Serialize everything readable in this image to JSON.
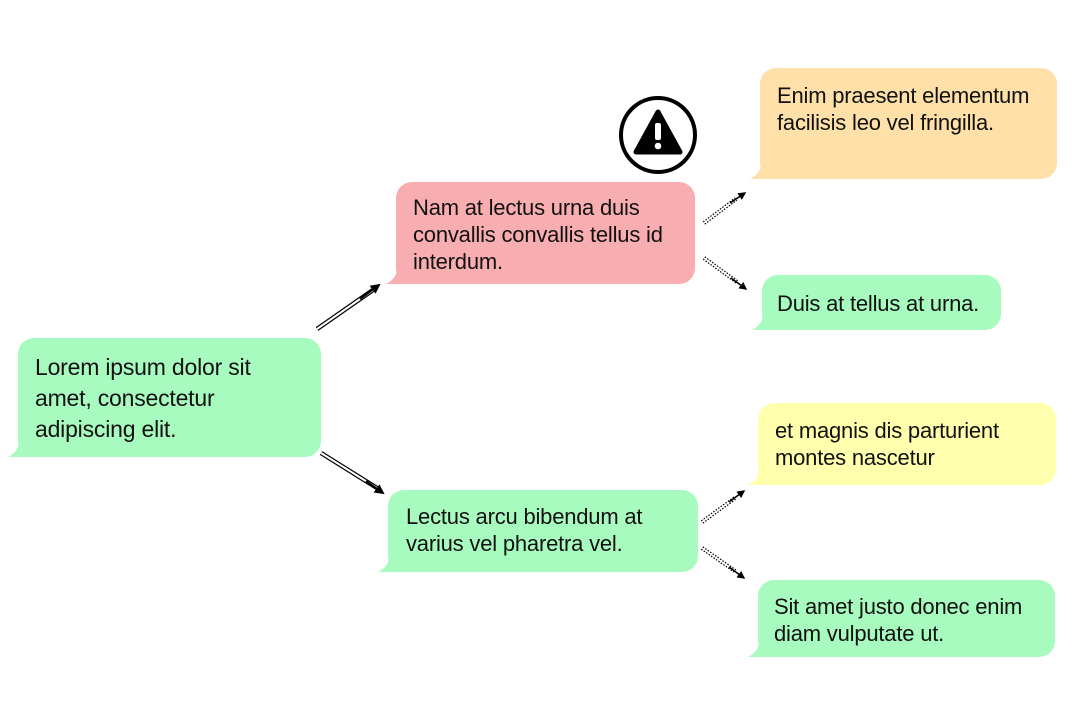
{
  "diagram": {
    "root": {
      "text": "Lorem ipsum dolor sit amet, consectetur adipiscing elit.",
      "color": "#a8fbbf"
    },
    "branch_top": {
      "text": "Nam at lectus urna duis convallis convallis tellus id interdum.",
      "color": "#f8aeb1",
      "icon": "warning-icon",
      "children": [
        {
          "text": "Enim praesent elementum facilisis leo vel fringilla.",
          "color": "#fee0a8"
        },
        {
          "text": "Duis at tellus at urna.",
          "color": "#a8fbbf"
        }
      ]
    },
    "branch_bottom": {
      "text": "Lectus arcu bibendum at varius vel pharetra vel.",
      "color": "#a8fbbf",
      "children": [
        {
          "text": "et magnis dis parturient montes nascetur",
          "color": "#ffffae"
        },
        {
          "text": "Sit amet justo donec enim diam vulputate ut.",
          "color": "#a8fbbf"
        }
      ]
    }
  }
}
